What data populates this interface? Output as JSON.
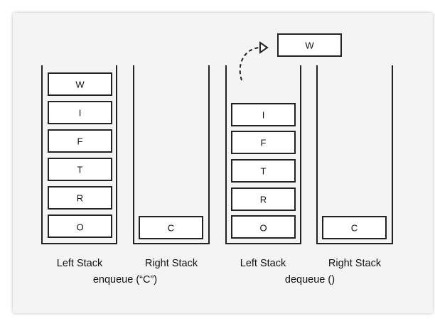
{
  "panels": [
    {
      "left_stack": {
        "label": "Left Stack",
        "items": [
          "W",
          "I",
          "F",
          "T",
          "R",
          "O"
        ]
      },
      "right_stack": {
        "label": "Right Stack",
        "items": [
          "C"
        ]
      },
      "operation": "enqueue (“C”)"
    },
    {
      "left_stack": {
        "label": "Left Stack",
        "items": [
          "I",
          "F",
          "T",
          "R",
          "O"
        ]
      },
      "right_stack": {
        "label": "Right Stack",
        "items": [
          "C"
        ]
      },
      "operation": "dequeue ()",
      "popped_item": "W"
    }
  ]
}
